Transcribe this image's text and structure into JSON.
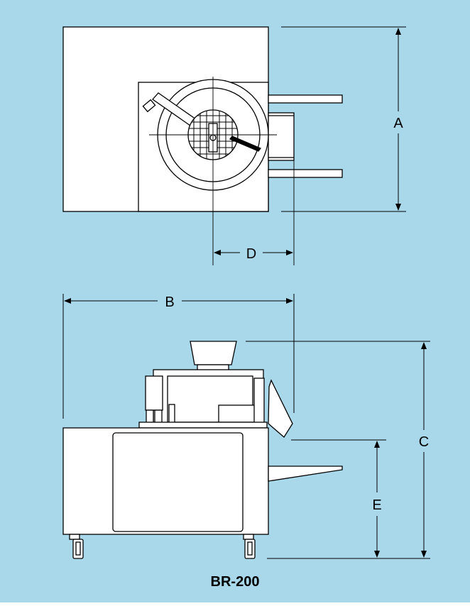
{
  "colors": {
    "background": "#a9d8ea",
    "line": "#000000",
    "machine_fill": "#ffffff"
  },
  "dimensions": {
    "a": "A",
    "b": "B",
    "c": "C",
    "d": "D",
    "e": "E"
  },
  "title": "BR-200"
}
